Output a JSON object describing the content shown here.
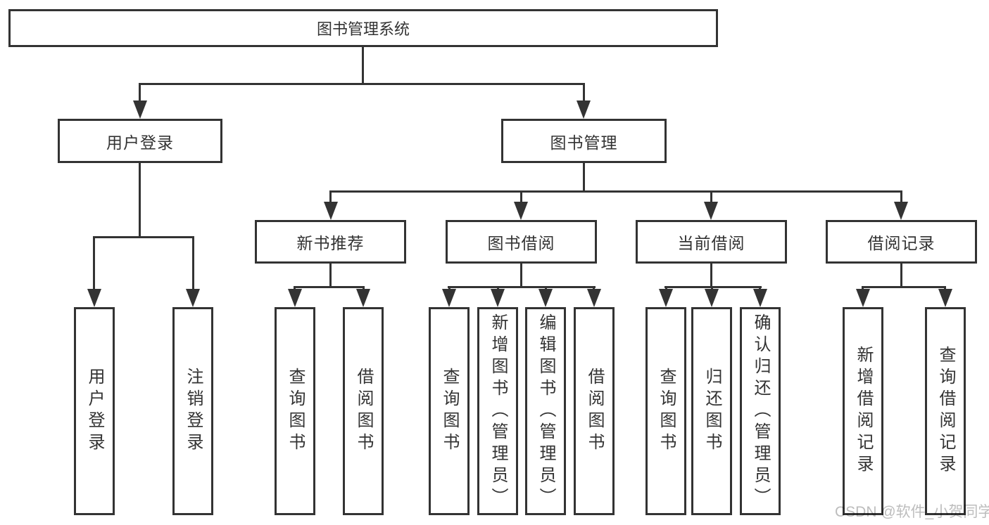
{
  "colors": {
    "line": "#333333",
    "box_border": "#333333",
    "text": "#333333",
    "background": "#ffffff",
    "watermark": "#bdbdbd"
  },
  "tree": {
    "root": {
      "label": "图书管理系统"
    },
    "level2": [
      {
        "label": "用户登录"
      },
      {
        "label": "图书管理"
      }
    ],
    "level3": [
      {
        "label": "新书推荐"
      },
      {
        "label": "图书借阅"
      },
      {
        "label": "当前借阅"
      },
      {
        "label": "借阅记录"
      }
    ],
    "leaves": {
      "user_login": [
        "用户登录",
        "注销登录"
      ],
      "new_book": [
        "查询图书",
        "借阅图书"
      ],
      "book_borrow": [
        "查询图书",
        "新增图书（管理员）",
        "编辑图书（管理员）",
        "借阅图书"
      ],
      "current_borrow": [
        "查询图书",
        "归还图书",
        "确认归还（管理员）"
      ],
      "borrow_record": [
        "新增借阅记录",
        "查询借阅记录"
      ]
    }
  },
  "watermark": {
    "text": "CSDN @软件_小贺同学"
  }
}
